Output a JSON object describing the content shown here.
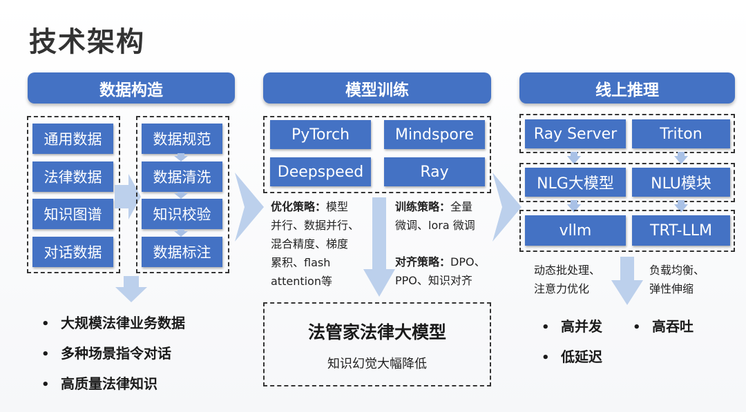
{
  "page_title": "技术架构",
  "col1": {
    "header": "数据构造",
    "left_items": [
      "通用数据",
      "法律数据",
      "知识图谱",
      "对话数据"
    ],
    "right_items": [
      "数据规范",
      "数据清洗",
      "知识校验",
      "数据标注"
    ],
    "bullets": [
      "大规模法律业务数据",
      "多种场景指令对话",
      "高质量法律知识"
    ]
  },
  "col2": {
    "header": "模型训练",
    "frameworks": [
      "PyTorch",
      "Mindspore",
      "Deepspeed",
      "Ray"
    ],
    "opt_label": "优化策略：",
    "opt_text_1": "模型",
    "opt_text_2": "并行、数据并行、",
    "opt_text_3": "混合精度、梯度",
    "opt_text_4": "累积、flash",
    "opt_text_5": "attention等",
    "train_label": "训练策略：",
    "train_text_1": "全量",
    "train_text_2": "微调、lora 微调",
    "align_label": "对齐策略：",
    "align_text_1": "DPO、",
    "align_text_2": "PPO、知识对齐",
    "result_title": "法管家法律大模型",
    "result_sub": "知识幻觉大幅降低"
  },
  "col3": {
    "header": "线上推理",
    "row1": [
      "Ray Server",
      "Triton"
    ],
    "row2": [
      "NLG大模型",
      "NLU模块"
    ],
    "row3": [
      "vllm",
      "TRT-LLM"
    ],
    "note_left_1": "动态批处理、",
    "note_left_2": "注意力优化",
    "note_right_1": "负载均衡、",
    "note_right_2": "弹性伸缩",
    "bullets_left": [
      "高并发",
      "低延迟"
    ],
    "bullets_right": [
      "高吞吐"
    ]
  },
  "colors": {
    "primary": "#4472c4",
    "arrow": "#bcd0ec"
  }
}
